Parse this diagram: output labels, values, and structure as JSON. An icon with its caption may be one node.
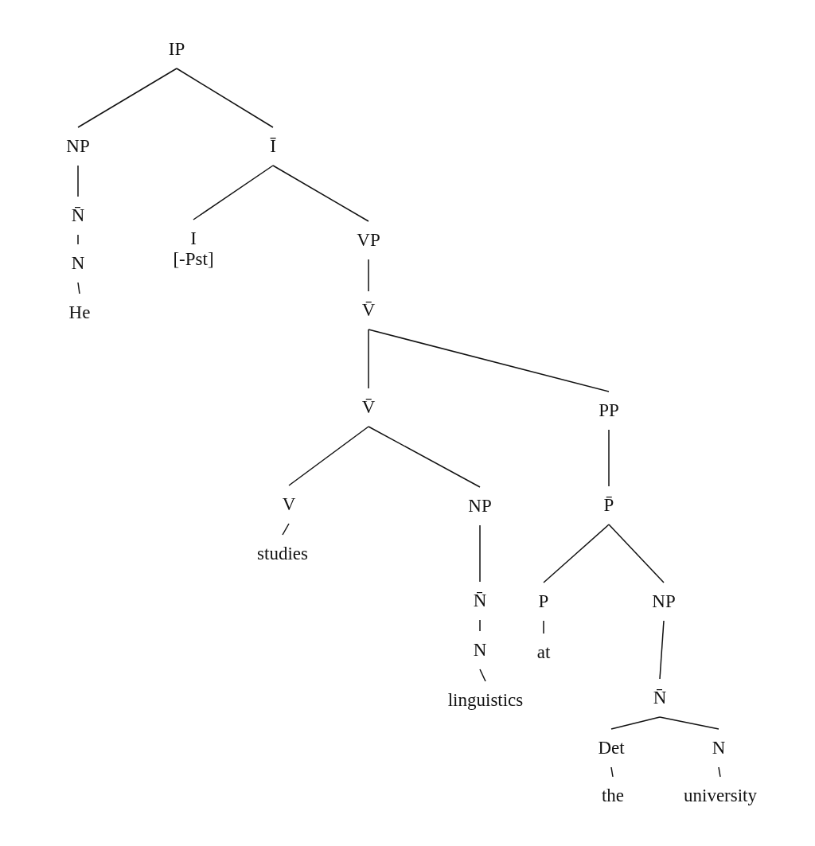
{
  "diagram": {
    "nodes": [
      {
        "text": [
          "IP"
        ]
      },
      {
        "text": [
          "NP"
        ]
      },
      {
        "text": [
          "Ī"
        ]
      },
      {
        "text": [
          "N̄"
        ]
      },
      {
        "text": [
          "I",
          "[-Pst]"
        ]
      },
      {
        "text": [
          "VP"
        ]
      },
      {
        "text": [
          "N"
        ]
      },
      {
        "text": [
          "V̄"
        ]
      },
      {
        "text": [
          "He"
        ]
      },
      {
        "text": [
          "V̄"
        ]
      },
      {
        "text": [
          "PP"
        ]
      },
      {
        "text": [
          "V"
        ]
      },
      {
        "text": [
          "NP"
        ]
      },
      {
        "text": [
          "P̄"
        ]
      },
      {
        "text": [
          "studies"
        ]
      },
      {
        "text": [
          "N̄"
        ]
      },
      {
        "text": [
          "P"
        ]
      },
      {
        "text": [
          "NP"
        ]
      },
      {
        "text": [
          "N"
        ]
      },
      {
        "text": [
          "at"
        ]
      },
      {
        "text": [
          "linguistics"
        ]
      },
      {
        "text": [
          "N̄"
        ]
      },
      {
        "text": [
          "Det"
        ]
      },
      {
        "text": [
          "N"
        ]
      },
      {
        "text": [
          "the"
        ]
      },
      {
        "text": [
          "university"
        ]
      }
    ],
    "edges": [
      {
        "from": 0,
        "to": 1,
        "arrow": "none"
      },
      {
        "from": 0,
        "to": 2,
        "arrow": "none"
      },
      {
        "from": 1,
        "to": 3,
        "arrow": "none"
      },
      {
        "from": 3,
        "to": 6,
        "arrow": "none"
      },
      {
        "from": 6,
        "to": 8,
        "arrow": "none"
      },
      {
        "from": 2,
        "to": 4,
        "arrow": "none"
      },
      {
        "from": 2,
        "to": 5,
        "arrow": "none"
      },
      {
        "from": 5,
        "to": 7,
        "arrow": "none"
      },
      {
        "from": 7,
        "to": 9,
        "arrow": "none"
      },
      {
        "from": 7,
        "to": 10,
        "arrow": "none"
      },
      {
        "from": 9,
        "to": 11,
        "arrow": "none"
      },
      {
        "from": 9,
        "to": 12,
        "arrow": "none"
      },
      {
        "from": 11,
        "to": 14,
        "arrow": "none"
      },
      {
        "from": 12,
        "to": 15,
        "arrow": "none"
      },
      {
        "from": 15,
        "to": 18,
        "arrow": "none"
      },
      {
        "from": 18,
        "to": 20,
        "arrow": "none"
      },
      {
        "from": 10,
        "to": 13,
        "arrow": "none"
      },
      {
        "from": 13,
        "to": 16,
        "arrow": "none"
      },
      {
        "from": 13,
        "to": 17,
        "arrow": "none"
      },
      {
        "from": 16,
        "to": 19,
        "arrow": "none"
      },
      {
        "from": 17,
        "to": 21,
        "arrow": "none"
      },
      {
        "from": 21,
        "to": 22,
        "arrow": "none"
      },
      {
        "from": 21,
        "to": 23,
        "arrow": "none"
      },
      {
        "from": 22,
        "to": 24,
        "arrow": "none"
      },
      {
        "from": 23,
        "to": 25,
        "arrow": "none"
      }
    ]
  }
}
